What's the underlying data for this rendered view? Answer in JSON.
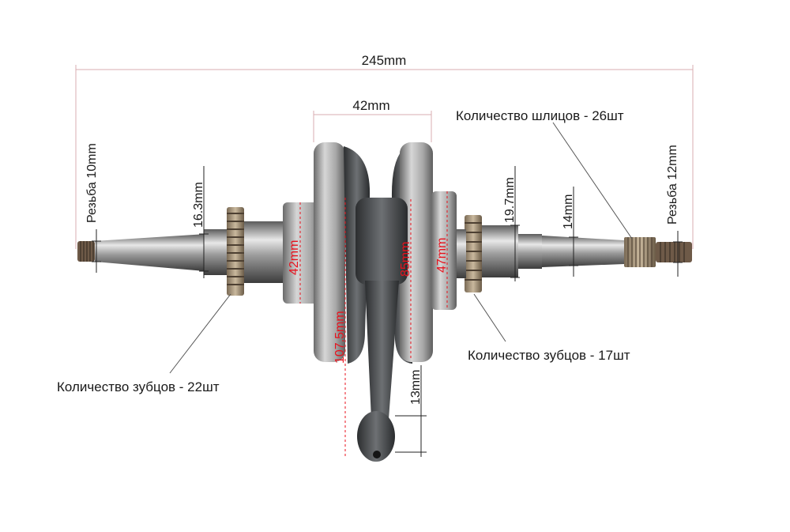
{
  "dimensions": {
    "overall_length": "245mm",
    "disc_width": "42mm",
    "left_thread": "Резьба 10mm",
    "right_thread": "Резьба 12mm",
    "left_shaft_dia": "16.3mm",
    "right_shaft_dia_a": "19.7mm",
    "right_shaft_dia_b": "14mm",
    "left_journal": "42mm",
    "rod_height": "85mm",
    "right_journal": "47mm",
    "center_distance": "107.5mm",
    "small_end": "13mm"
  },
  "callouts": {
    "splines": "Количество шлицов - 26шт",
    "teeth_right": "Количество зубцов - 17шт",
    "teeth_left": "Количество зубцов - 22шт"
  }
}
